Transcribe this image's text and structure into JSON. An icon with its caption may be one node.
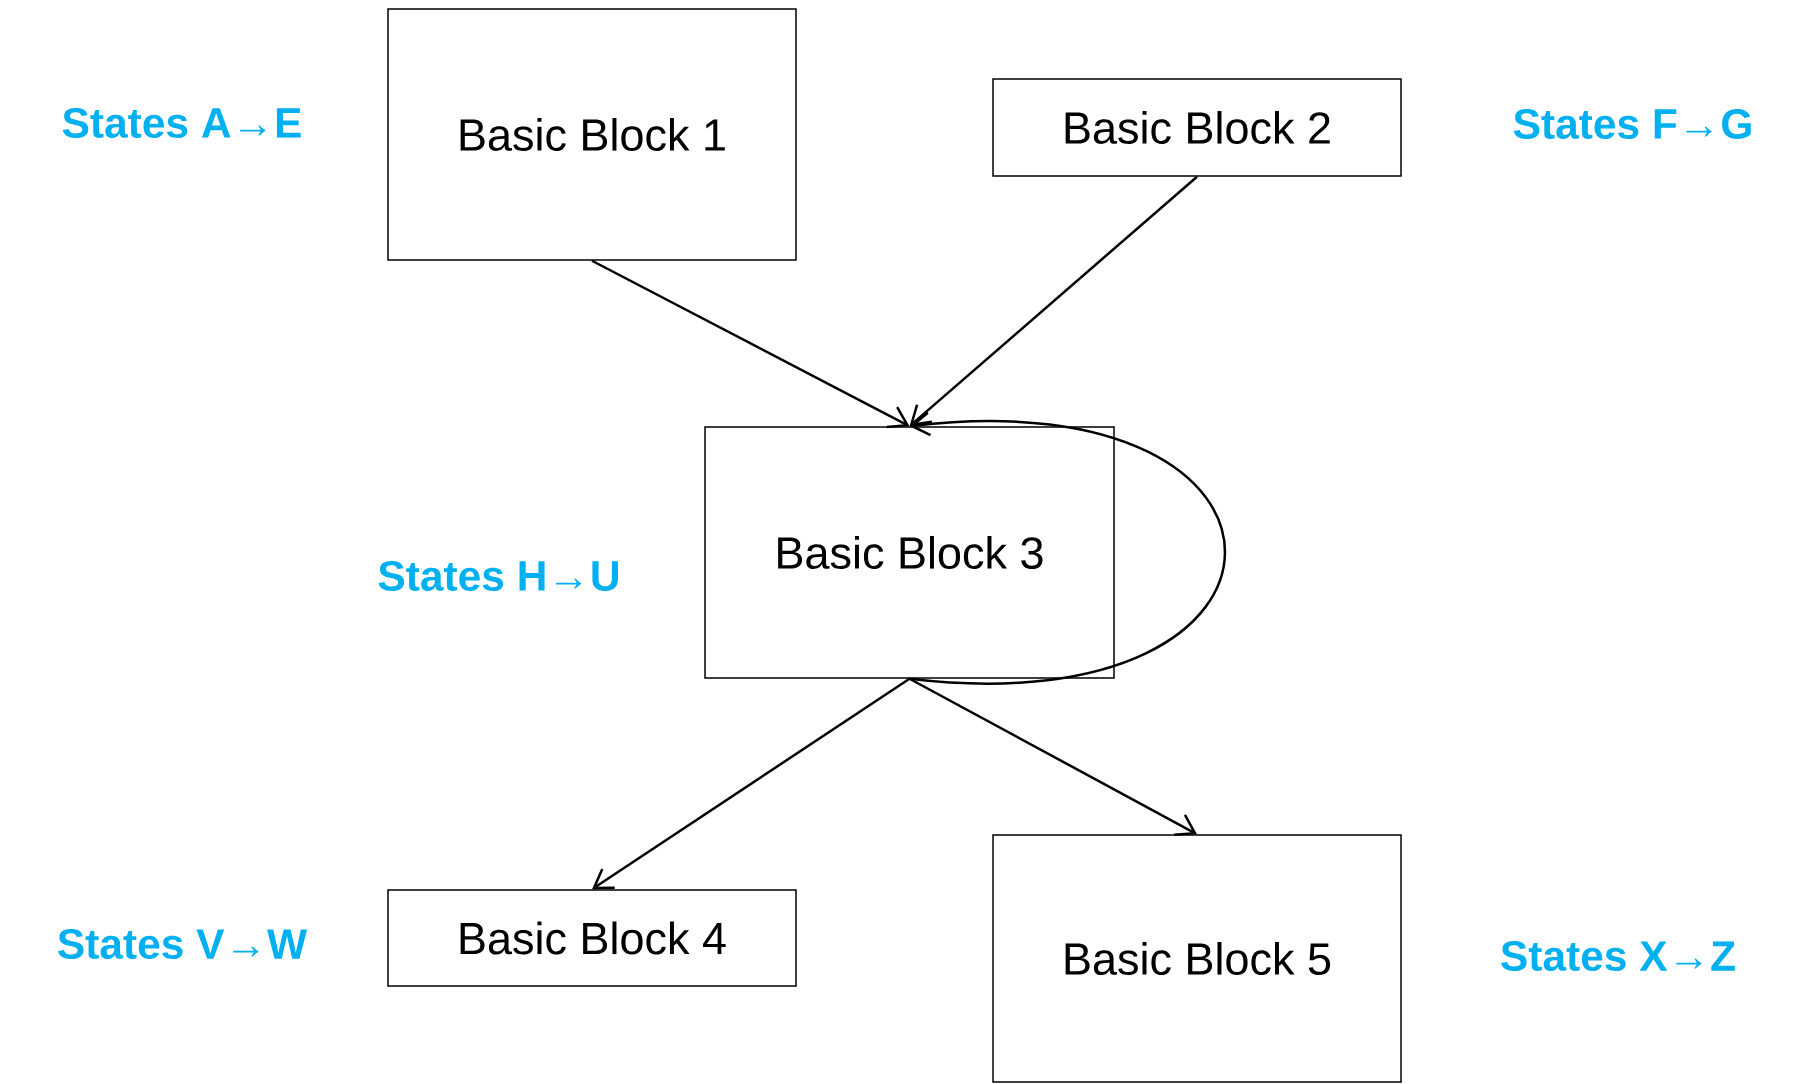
{
  "diagram": {
    "nodes": [
      {
        "text": [
          "Basic Block 1"
        ],
        "beside": [
          "States A→E"
        ]
      },
      {
        "text": [
          "Basic Block 2"
        ],
        "beside": [
          "States F→G"
        ]
      },
      {
        "text": [
          "Basic Block 3"
        ],
        "beside": [
          "States H→U"
        ]
      },
      {
        "text": [
          "Basic Block 4"
        ],
        "beside": [
          "States V→W"
        ]
      },
      {
        "text": [
          "Basic Block 5"
        ],
        "beside": [
          "States X→Z"
        ]
      }
    ],
    "edges": [
      {
        "from": 0,
        "to": 2,
        "arrow": "to"
      },
      {
        "from": 1,
        "to": 2,
        "arrow": "to"
      },
      {
        "from": 2,
        "to": 2,
        "arrow": "to"
      },
      {
        "from": 2,
        "to": 3,
        "arrow": "to"
      },
      {
        "from": 2,
        "to": 4,
        "arrow": "to"
      }
    ]
  }
}
